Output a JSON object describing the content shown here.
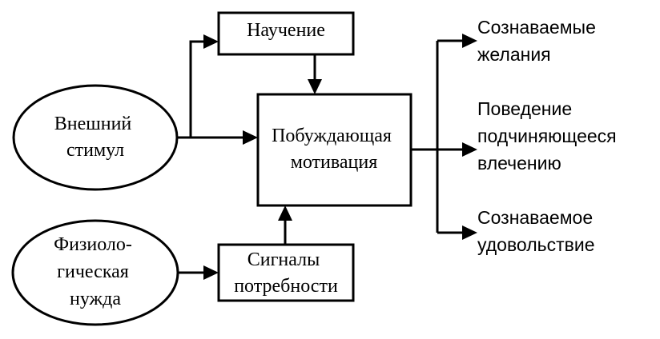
{
  "nodes": {
    "external_stimulus": {
      "lines": [
        "Внешний",
        "стимул"
      ]
    },
    "physiological_need": {
      "lines": [
        "Физиоло-",
        "гическая",
        "нужда"
      ]
    },
    "learning": {
      "lines": [
        "Научение"
      ]
    },
    "motivation": {
      "lines": [
        "Побуждающая",
        "мотивация"
      ]
    },
    "need_signals": {
      "lines": [
        "Сигналы",
        "потребности"
      ]
    }
  },
  "outputs": {
    "conscious_desires": {
      "lines": [
        "Сознаваемые",
        "желания"
      ]
    },
    "behavior": {
      "lines": [
        "Поведение",
        "подчиняющееся",
        "влечению"
      ]
    },
    "conscious_pleasure": {
      "lines": [
        "Сознаваемое",
        "удовольствие"
      ]
    }
  },
  "colors": {
    "stroke": "#000000",
    "background": "#ffffff"
  }
}
